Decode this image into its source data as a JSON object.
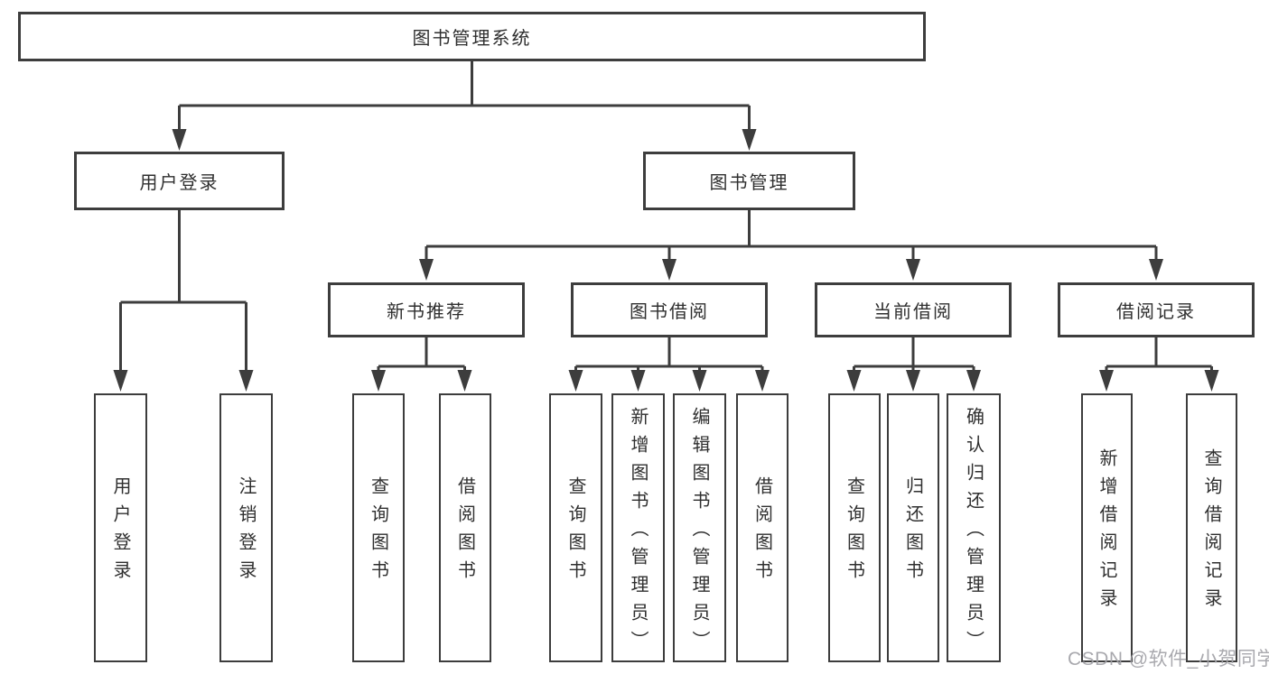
{
  "diagram": {
    "root": "图书管理系统",
    "level2": [
      {
        "label": "用户登录",
        "leaves": [
          "用户登录",
          "注销登录"
        ]
      },
      {
        "label": "图书管理",
        "groups": [
          {
            "label": "新书推荐",
            "leaves": [
              "查询图书",
              "借阅图书"
            ]
          },
          {
            "label": "图书借阅",
            "leaves": [
              "查询图书",
              "新增图书（管理员）",
              "编辑图书（管理员）",
              "借阅图书"
            ]
          },
          {
            "label": "当前借阅",
            "leaves": [
              "查询图书",
              "归还图书",
              "确认归还（管理员）"
            ]
          },
          {
            "label": "借阅记录",
            "leaves": [
              "新增借阅记录",
              "查询借阅记录"
            ]
          }
        ]
      }
    ]
  },
  "watermark": {
    "text": "CSDN @软件_小贺同学"
  },
  "colors": {
    "line": "#3d3d3d",
    "text": "#2f2f2f",
    "background": "#ffffff",
    "watermark": "#a2a2a7"
  }
}
